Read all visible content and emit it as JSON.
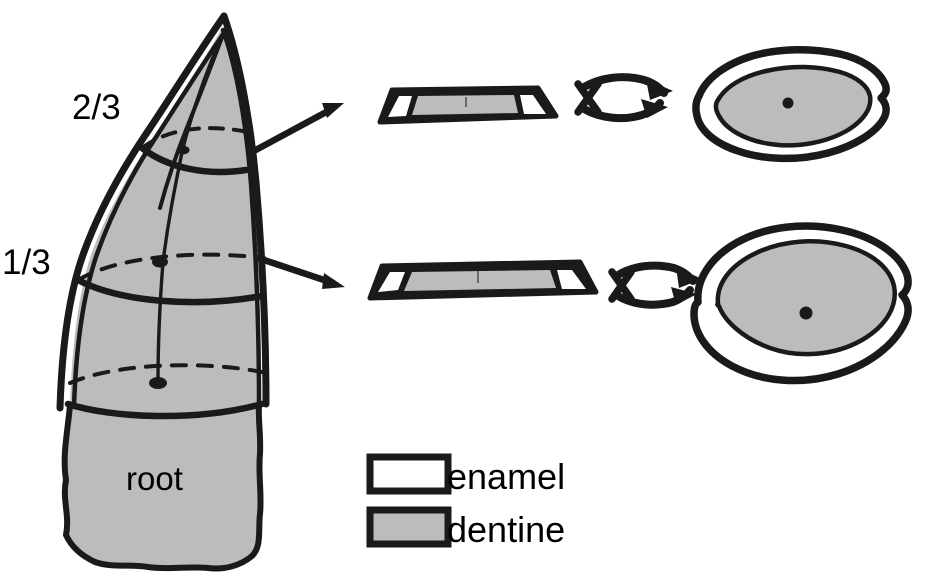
{
  "figure": {
    "subject": "tooth-cross-section-diagram",
    "colors": {
      "ink": "#1a1a1a",
      "dentine_fill": "#bcbcbc",
      "enamel_fill": "#ffffff",
      "pulp_dot": "#1a1a1a",
      "background": "#ffffff"
    }
  },
  "tooth": {
    "level_labels": [
      {
        "id": "two-thirds",
        "text": "2/3"
      },
      {
        "id": "one-third",
        "text": "1/3"
      }
    ],
    "root_label": "root",
    "parts": {
      "enamel_label": "enamel",
      "dentine_label": "dentine"
    }
  },
  "legend": {
    "items": [
      {
        "key": "enamel",
        "label": "enamel",
        "swatch_fill": "#ffffff",
        "swatch_border": "#1a1a1a"
      },
      {
        "key": "dentine",
        "label": "dentine",
        "swatch_fill": "#bcbcbc",
        "swatch_border": "#1a1a1a"
      }
    ]
  },
  "sections": [
    {
      "id": "upper",
      "level": "2/3",
      "slab_shape": "thin-trapezoidal-slab",
      "outline_shape": "lens-almond",
      "has_pulp_dot": true,
      "rotation_symbol": "double-curved-flip-arrows"
    },
    {
      "id": "lower",
      "level": "1/3",
      "slab_shape": "thin-wide-slab",
      "outline_shape": "rounded-oval",
      "has_pulp_dot": true,
      "rotation_symbol": "double-curved-flip-arrows"
    }
  ],
  "connectors": [
    {
      "id": "upper-arrow",
      "from": "tooth-crown-upper-level",
      "to": "upper-slab",
      "direction": "up-right"
    },
    {
      "id": "lower-arrow",
      "from": "tooth-crown-lower-level",
      "to": "lower-slab",
      "direction": "right"
    }
  ]
}
